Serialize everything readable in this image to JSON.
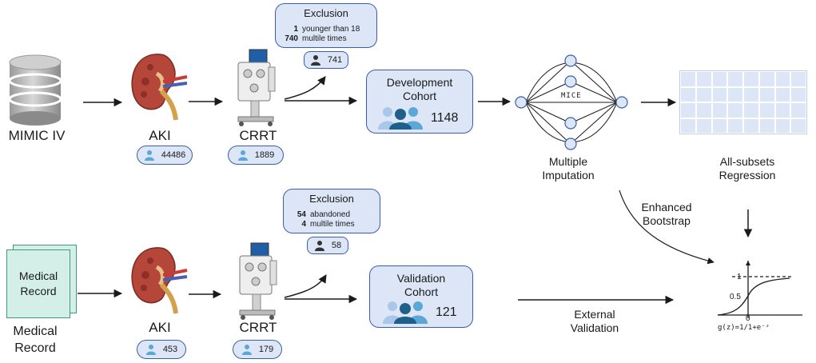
{
  "sources": {
    "mimic_label": "MIMIC IV",
    "record_box_label": "Medical Record",
    "record_caption": "Medical Record"
  },
  "top_row": {
    "aki_label": "AKI",
    "aki_count": "44486",
    "crrt_label": "CRRT",
    "crrt_count": "1889",
    "exclusion": {
      "title": "Exclusion",
      "rows": [
        {
          "n": "1",
          "reason": "younger than 18"
        },
        {
          "n": "740",
          "reason": "multile times"
        }
      ],
      "count": "741"
    },
    "cohort": {
      "title_line1": "Development",
      "title_line2": "Cohort",
      "count": "1148"
    }
  },
  "bottom_row": {
    "aki_label": "AKI",
    "aki_count": "453",
    "crrt_label": "CRRT",
    "crrt_count": "179",
    "exclusion": {
      "title": "Exclusion",
      "rows": [
        {
          "n": "54",
          "reason": "abandoned"
        },
        {
          "n": "4",
          "reason": "multile times"
        }
      ],
      "count": "58"
    },
    "cohort": {
      "title_line1": "Validation",
      "title_line2": "Cohort",
      "count": "121"
    }
  },
  "imputation": {
    "node_label": "MICE",
    "label_line1": "Multiple",
    "label_line2": "Imputation"
  },
  "regression": {
    "label_line1": "All-subsets",
    "label_line2": "Regression"
  },
  "bootstrap": {
    "label_line1": "Enhanced",
    "label_line2": "Bootstrap"
  },
  "external_validation": {
    "label_line1": "External",
    "label_line2": "Validation"
  },
  "sigmoid": {
    "tick_1": "1",
    "tick_05": "0.5",
    "tick_0": "0",
    "formula": "g(z)=1/1+e⁻ᶻ"
  },
  "colors": {
    "box_fill": "#dce6f7",
    "box_border": "#3a5fa8",
    "person_light": "#a9c7e8",
    "person_mid": "#5aa7d8",
    "person_dark": "#1f5f8b",
    "record_fill": "#d4efe7",
    "record_border": "#3f9a7c",
    "kidney": "#b5473a"
  }
}
